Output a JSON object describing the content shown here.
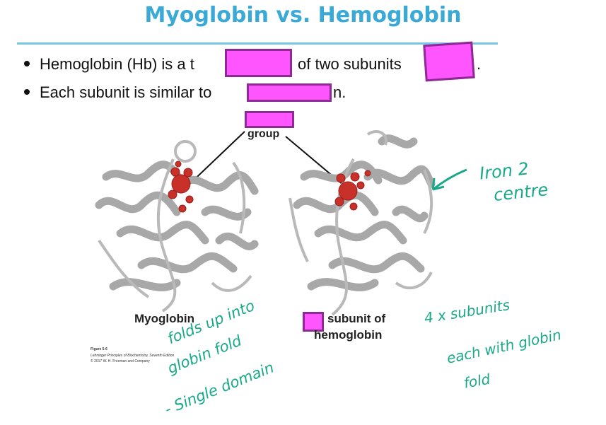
{
  "title": "Myoglobin vs. Hemoglobin",
  "bullets": [
    {
      "left": "Hemoglobin (Hb) is a t",
      "right": "of two subunits",
      "end": "."
    },
    {
      "left": "Each subunit is similar to",
      "end": "n."
    }
  ],
  "figure": {
    "heme_label": "group",
    "myoglobin_label": "Myoglobin",
    "subunit_label_line1": "subunit of",
    "subunit_label_line2": "hemoglobin",
    "credit_line1": "Figure 5-6",
    "credit_line2": "Lehninger Principles of Biochemistry, Seventh Edition",
    "credit_line3": "© 2017 W. H. Freeman and Company"
  },
  "annotations": {
    "iron_line1": "Iron 2",
    "iron_line2": "centre",
    "folds_line1": "folds up into",
    "folds_line2": "globin fold",
    "folds_line3": "- Single domain",
    "subunits_line1": "4 x subunits",
    "subunits_line2": "each with globin",
    "subunits_line3": "fold"
  },
  "colors": {
    "title": "#3aa9d6",
    "redaction": "#ff55ff",
    "redaction_border": "#8e2a94",
    "ink": "#1aa88a",
    "heme": "#c8302a",
    "protein": "#a9a9a9"
  }
}
